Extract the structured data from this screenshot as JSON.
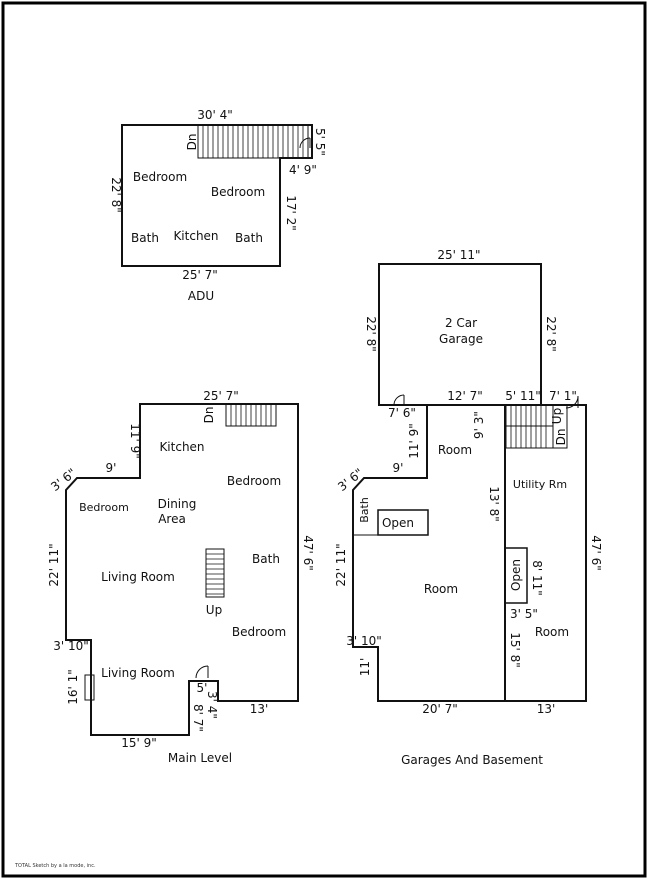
{
  "colors": {
    "line": "#111111",
    "frame": "#000000",
    "background": "#ffffff"
  },
  "adu": {
    "caption": "ADU",
    "rooms": {
      "bedroom_1": "Bedroom",
      "bedroom_2": "Bedroom",
      "bath_1": "Bath",
      "kitchen": "Kitchen",
      "bath_2": "Bath"
    },
    "stair_label": "Dn",
    "dims": {
      "top": "30' 4\"",
      "bottom": "25' 7\"",
      "left": "22' 8\"",
      "right": "17' 2\"",
      "notch_width": "4' 9\"",
      "notch_depth": "5' 5\""
    }
  },
  "main_level": {
    "caption": "Main Level",
    "rooms": {
      "kitchen": "Kitchen",
      "bedroom_upper": "Bedroom",
      "bedroom_left": "Bedroom",
      "dining_line1": "Dining",
      "dining_line2": "Area",
      "bath": "Bath",
      "living_room": "Living Room",
      "bedroom_lower": "Bedroom",
      "living_room_2": "Living Room"
    },
    "stair_down": "Dn",
    "stair_up": "Up",
    "dims": {
      "top": "25' 7\"",
      "right": "47' 6\"",
      "kitchen_left": "11' 9\"",
      "step_top": "9'",
      "angle": "3' 6\"",
      "left": "22' 11\"",
      "step_lower": "3' 10\"",
      "lower_left": "16' 1\"",
      "bottom_left": "15' 9\"",
      "notch_depth": "8' 7\"",
      "notch_inner": "3' 4\"",
      "notch_width": "5'",
      "bottom_right": "13'"
    }
  },
  "garage": {
    "rooms": {
      "garage_line1": "2 Car",
      "garage_line2": "Garage"
    },
    "dims": {
      "top": "25' 11\"",
      "left": "22' 8\"",
      "right": "22' 8\""
    }
  },
  "basement": {
    "caption": "Garages And Basement",
    "rooms": {
      "room_top": "Room",
      "bath": "Bath",
      "open_horizontal": "Open",
      "room_main": "Room",
      "utility": "Utility Rm",
      "open_vertical": "Open",
      "room_right": "Room"
    },
    "stair_up": "Up",
    "stair_down": "Dn",
    "dims": {
      "top_left_stub": "7' 6\"",
      "top_mid": "12' 7\"",
      "top_stair": "5' 11\"",
      "top_right": "7' 1\"",
      "partition_top": "9' 3\"",
      "left_top": "11' 9\"",
      "step_top": "9'",
      "angle": "3' 6\"",
      "left": "22' 11\"",
      "step_lower": "3' 10\"",
      "lower_left": "11'",
      "bottom_mid": "20' 7\"",
      "bottom_right": "13'",
      "right": "47' 6\"",
      "partition_mid": "13' 8\"",
      "open_height": "8' 11\"",
      "open_width": "3' 5\"",
      "partition_low": "15' 8\""
    }
  },
  "footer": {
    "credit": "TOTAL Sketch by a la mode, inc."
  }
}
